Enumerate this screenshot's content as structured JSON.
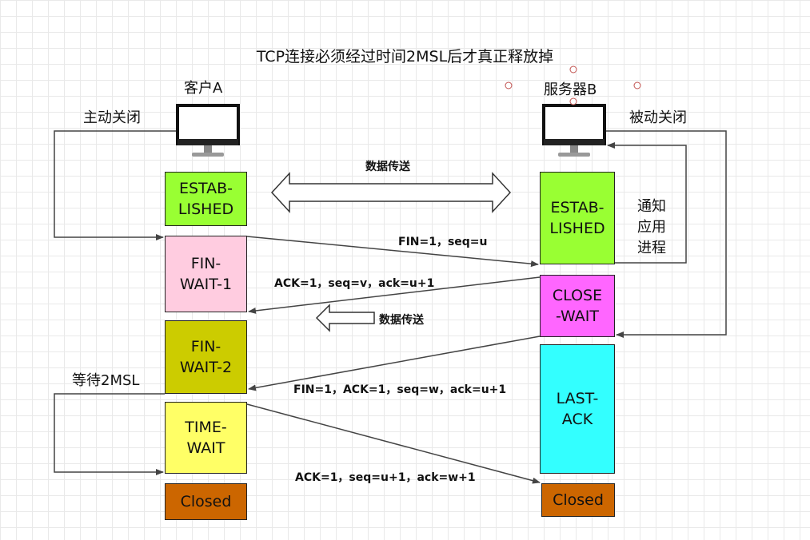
{
  "title": "TCP连接必须经过时间2MSL后才真正释放掉",
  "client": {
    "name": "客户A",
    "close_note": "主动关闭",
    "wait_note": "等待2MSL",
    "states": [
      "ESTAB-\nLISHED",
      "FIN-\nWAIT-1",
      "FIN-\nWAIT-2",
      "TIME-\nWAIT",
      "Closed"
    ]
  },
  "server": {
    "name": "服务器B",
    "close_note": "被动关闭",
    "notify_note": "通知\n应用\n进程",
    "states": [
      "ESTAB-\nLISHED",
      "CLOSE\n-WAIT",
      "LAST-\nACK",
      "Closed"
    ]
  },
  "transfer_label_1": "数据传送",
  "transfer_label_2": "数据传送",
  "messages": [
    "FIN=1，seq=u",
    "ACK=1，seq=v，ack=u+1",
    "FIN=1，ACK=1，seq=w，ack=u+1",
    "ACK=1，seq=u+1，ack=w+1"
  ],
  "colors": {
    "established": "#99ff33",
    "fin_wait_1": "#ffcce0",
    "fin_wait_2": "#cccc00",
    "time_wait": "#ffff66",
    "close_wait": "#ff66ff",
    "last_ack": "#33ffff",
    "closed": "#cc6600"
  }
}
